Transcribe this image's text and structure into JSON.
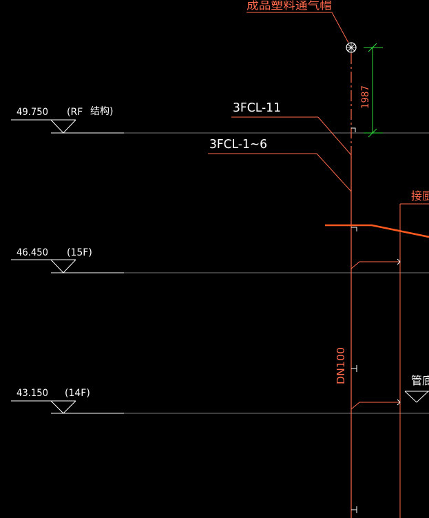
{
  "colors": {
    "background": "#000000",
    "white": "#ffffff",
    "pipe": "#ff6a4d",
    "leader": "#ff6a4d",
    "orange": "#ff5a1f",
    "green": "#2fdc3a",
    "gray": "#7a7a7a"
  },
  "vent_cap_label": "成品塑料通气帽",
  "dim_1987": "1987",
  "pipe_label_top": "3FCL-11",
  "pipe_label_mid": "3FCL-1~6",
  "pipe_size": "DN100",
  "note_kitchen": "接厨",
  "note_pipe_bottom": "管底",
  "levels": [
    {
      "elev": "49.750",
      "floor": "(RF",
      "note": "结构)"
    },
    {
      "elev": "46.450",
      "floor": "(15F)",
      "note": ""
    },
    {
      "elev": "43.150",
      "floor": "(14F)",
      "note": ""
    }
  ],
  "icons": {
    "vent_cap": "vent-cap-icon",
    "level_marker": "level-triangle-icon"
  }
}
